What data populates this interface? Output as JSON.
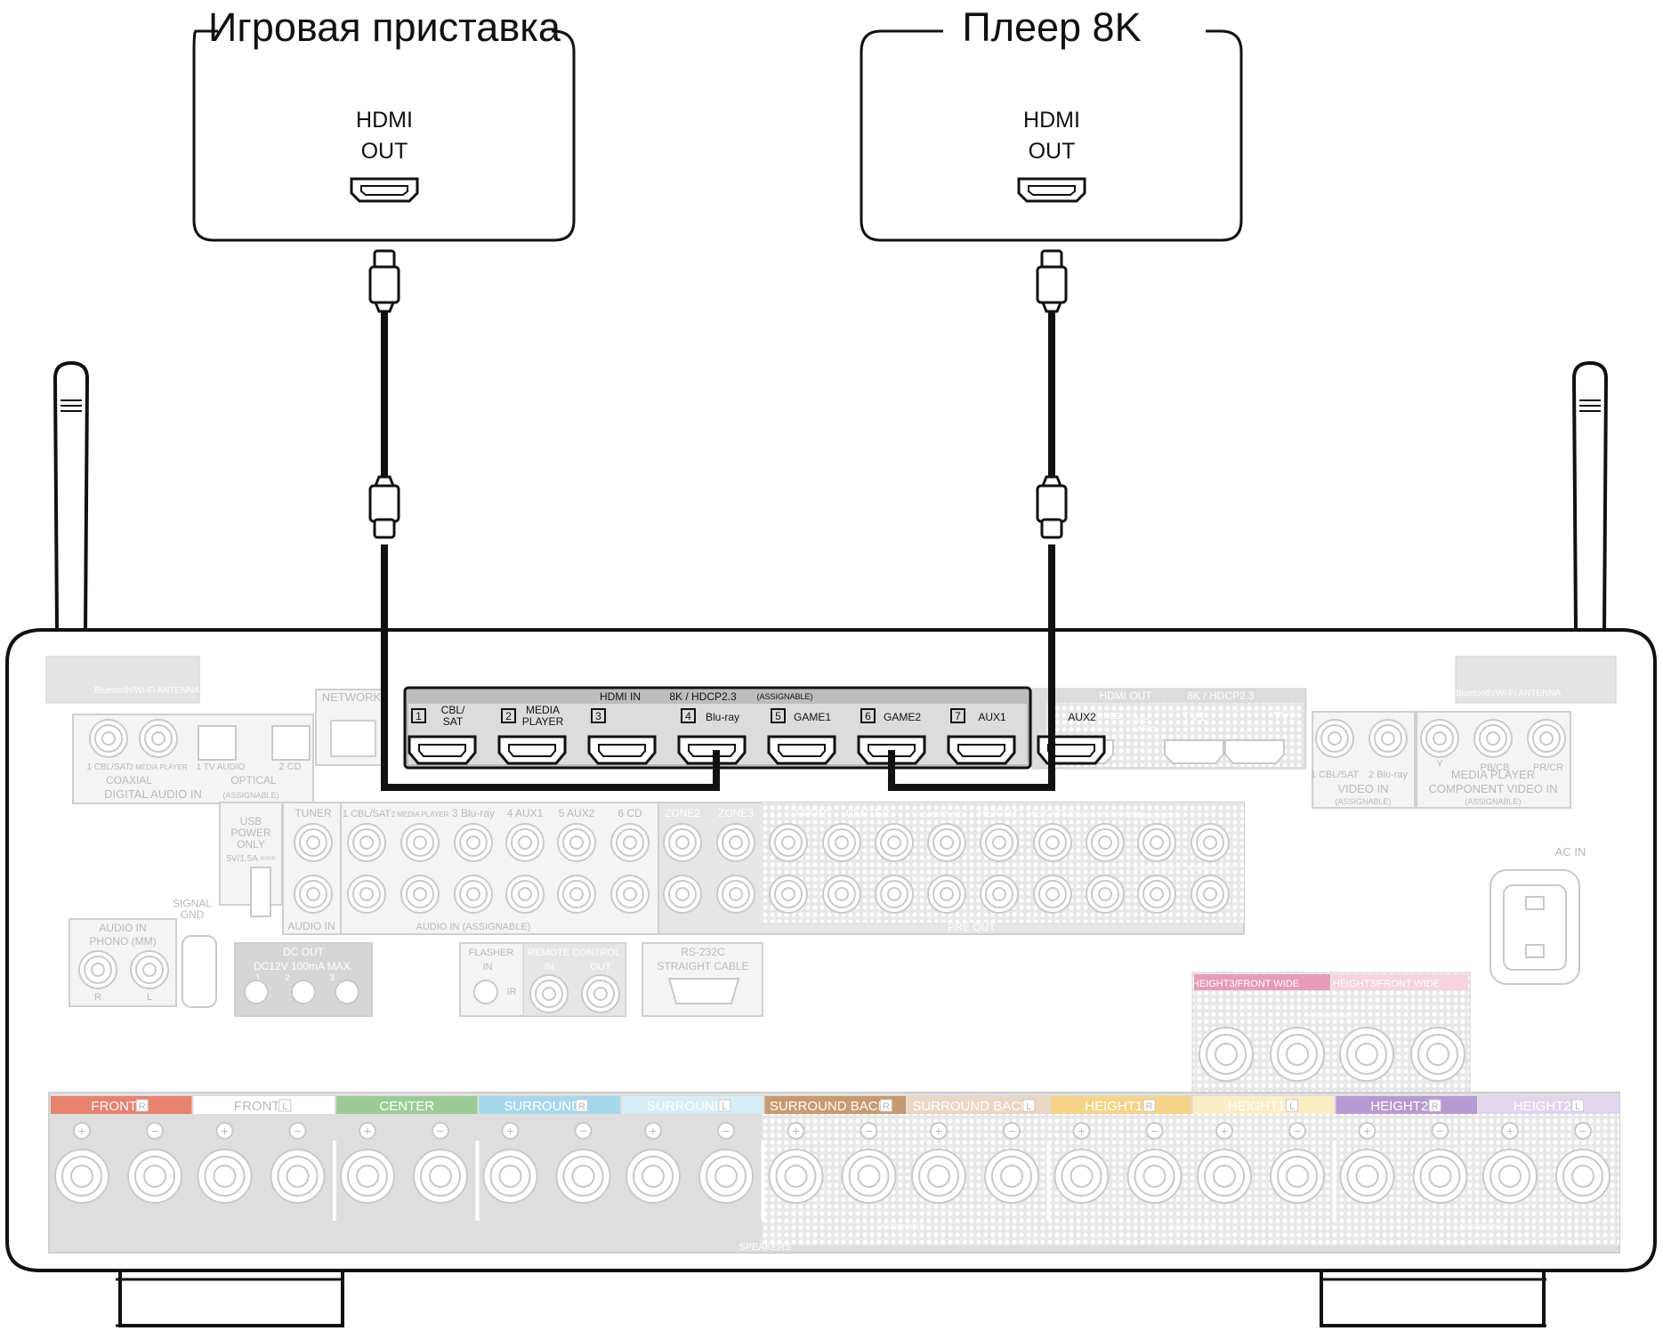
{
  "devices": [
    {
      "title": "Игровая приставка",
      "port_line1": "HDMI",
      "port_line2": "OUT"
    },
    {
      "title": "Плеер 8K",
      "port_line1": "HDMI",
      "port_line2": "OUT"
    }
  ],
  "receiver": {
    "hdmi_in": {
      "header": "HDMI IN",
      "spec": "8K / HDCP2.3",
      "assignable": "(ASSIGNABLE)",
      "ports": [
        {
          "num": "1",
          "name": "CBL/\nSAT"
        },
        {
          "num": "2",
          "name": "MEDIA\nPLAYER"
        },
        {
          "num": "3",
          "name": ""
        },
        {
          "num": "4",
          "name": "Blu-ray"
        },
        {
          "num": "5",
          "name": "GAME1"
        },
        {
          "num": "6",
          "name": "GAME2"
        },
        {
          "num": "7",
          "name": "AUX1"
        },
        {
          "num": "",
          "name": "AUX2"
        }
      ]
    },
    "hdmi_out": {
      "header": "HDMI OUT",
      "spec": "8K / HDCP2.3",
      "zone": "ZONE2",
      "arc": "ARC\neARC",
      "tv1": "TV1",
      "tv2": "TV2"
    },
    "antenna_left": "Bluetooth/Wi-Fi ANTENNA",
    "antenna_right": "Bluetooth/Wi-Fi ANTENNA",
    "network": "NETWORK",
    "digital_audio_in": {
      "coax_labels": [
        "1 CBL/SAT",
        "2 MEDIA PLAYER"
      ],
      "optical_labels": [
        "1 TV AUDIO",
        "2 CD"
      ],
      "coaxial": "COAXIAL",
      "optical": "OPTICAL",
      "title": "DIGITAL AUDIO IN",
      "assignable": "(ASSIGNABLE)"
    },
    "usb": {
      "line1": "USB",
      "line2": "POWER",
      "line3": "ONLY",
      "line4": "5V/1.5A ==="
    },
    "tuner": "TUNER",
    "audio_in_short": "AUDIO IN",
    "analog_inputs": [
      "1 CBL/SAT",
      "2 MEDIA PLAYER",
      "3 Blu-ray",
      "4 AUX1",
      "5 AUX2",
      "6 CD"
    ],
    "audio_in_assignable": "AUDIO IN (ASSIGNABLE)",
    "zones": [
      "ZONE2",
      "ZONE3"
    ],
    "pre_out": {
      "title": "PRE OUT",
      "labels": [
        "FRONT",
        "CENTER",
        "SURROUND",
        "SURROUND BACK",
        "HEIGHT1",
        "HEIGHT2",
        "HEIGHT3/FRONT WIDE",
        "SUBWOOFER",
        "SUBWOOFER 2",
        "SUBWOOFER 3",
        "SUBWOOFER 4"
      ]
    },
    "video_in": {
      "labels": [
        "1 CBL/SAT",
        "2 Blu-ray"
      ],
      "title": "VIDEO IN",
      "assignable": "(ASSIGNABLE)"
    },
    "component": {
      "labels": [
        "Y",
        "PB/CB",
        "PR/CR"
      ],
      "media": "MEDIA PLAYER",
      "title": "COMPONENT VIDEO IN",
      "assignable": "(ASSIGNABLE)"
    },
    "ac_in": "AC IN",
    "phono": {
      "title": "AUDIO IN",
      "sub": "PHONO (MM)",
      "r": "R",
      "l": "L"
    },
    "signal_gnd": "SIGNAL\nGND",
    "dc_out": {
      "title": "DC OUT",
      "spec": "DC12V  100mA MAX.",
      "nums": [
        "1",
        "2",
        "3"
      ]
    },
    "flasher": {
      "title": "FLASHER",
      "in": "IN",
      "ir": "IR"
    },
    "remote": {
      "title": "REMOTE CONTROL",
      "in": "IN",
      "out": "OUT"
    },
    "rs232": {
      "title": "RS-232C",
      "sub": "STRAIGHT CABLE"
    },
    "height3": {
      "r": "HEIGHT3/FRONT WIDE",
      "l": "HEIGHT3/FRONT WIDE",
      "assignable": "ASSIGNABLE"
    },
    "speakers": {
      "title": "SPEAKERS",
      "assignable": "ASSIGNABLE",
      "channels": [
        {
          "label": "FRONT",
          "side": "R",
          "color": "#e8836e"
        },
        {
          "label": "FRONT",
          "side": "L",
          "color": "#ffffff"
        },
        {
          "label": "CENTER",
          "side": "",
          "color": "#9ccc96"
        },
        {
          "label": "SURROUND",
          "side": "R",
          "color": "#a6d8ec"
        },
        {
          "label": "SURROUND",
          "side": "L",
          "color": "#d7eef7"
        },
        {
          "label": "SURROUND BACK",
          "side": "R",
          "color": "#c79a70"
        },
        {
          "label": "SURROUND BACK",
          "side": "L",
          "color": "#ead7c4"
        },
        {
          "label": "HEIGHT1",
          "side": "R",
          "color": "#f5d487"
        },
        {
          "label": "HEIGHT1",
          "side": "L",
          "color": "#fbedc4"
        },
        {
          "label": "HEIGHT2",
          "side": "R",
          "color": "#b79ad1"
        },
        {
          "label": "HEIGHT2",
          "side": "L",
          "color": "#e2d6ee"
        }
      ]
    }
  },
  "colors": {
    "cable": "#111111",
    "outline": "#000000",
    "faint": "#cfcfcf",
    "label_faint": "#b9b9b9",
    "height3_r": "#e79bb8",
    "height3_l": "#f5d3e0"
  }
}
